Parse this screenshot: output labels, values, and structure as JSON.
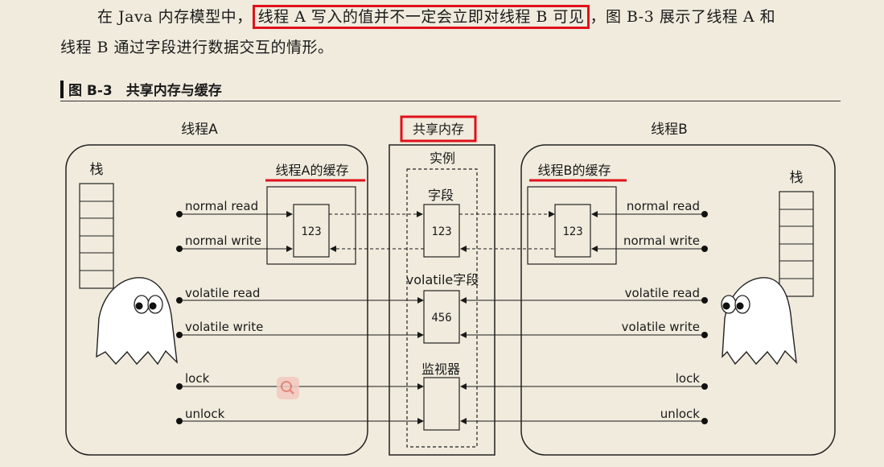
{
  "paragraph": {
    "prefix": "在 Java 内存模型中，",
    "highlight": "线程 A 写入的值并不一定会立即对线程 B 可见",
    "suffix": "，图 B-3 展示了线程 A 和",
    "line2": "线程 B 通过字段进行数据交互的情形。"
  },
  "figure": {
    "title": "图 B-3　共享内存与缓存",
    "thread_a": {
      "title": "线程A",
      "stack": "栈",
      "cache": "线程A的缓存",
      "cache_value": "123",
      "ops": [
        "normal read",
        "normal write",
        "volatile read",
        "volatile write",
        "lock",
        "unlock"
      ]
    },
    "shared": {
      "title": "共享内存",
      "instance": "实例",
      "field": "字段",
      "field_value": "123",
      "volatile_field": "volatile字段",
      "volatile_value": "456",
      "monitor": "监视器"
    },
    "thread_b": {
      "title": "线程B",
      "stack": "栈",
      "cache": "线程B的缓存",
      "cache_value": "123",
      "ops": [
        "normal read",
        "normal write",
        "volatile read",
        "volatile write",
        "lock",
        "unlock"
      ]
    }
  },
  "colors": {
    "highlight": "#e0111b",
    "background": "#f0ebdd"
  }
}
